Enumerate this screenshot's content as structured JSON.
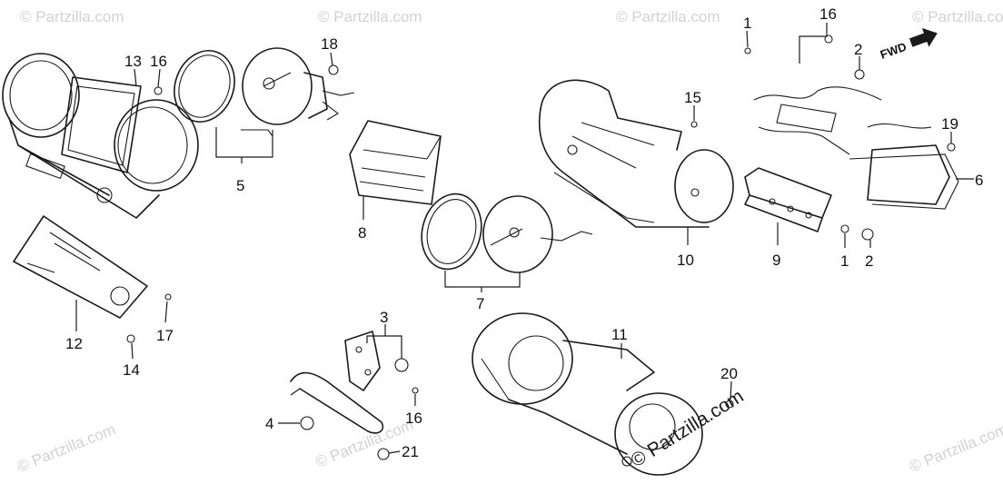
{
  "diagram": {
    "callouts": [
      {
        "id": "c1a",
        "text": "1"
      },
      {
        "id": "c1b",
        "text": "1"
      },
      {
        "id": "c2a",
        "text": "2"
      },
      {
        "id": "c2b",
        "text": "2"
      },
      {
        "id": "c3",
        "text": "3"
      },
      {
        "id": "c4",
        "text": "4"
      },
      {
        "id": "c5",
        "text": "5"
      },
      {
        "id": "c6",
        "text": "6"
      },
      {
        "id": "c7",
        "text": "7"
      },
      {
        "id": "c8",
        "text": "8"
      },
      {
        "id": "c9",
        "text": "9"
      },
      {
        "id": "c10",
        "text": "10"
      },
      {
        "id": "c11",
        "text": "11"
      },
      {
        "id": "c12",
        "text": "12"
      },
      {
        "id": "c13",
        "text": "13"
      },
      {
        "id": "c14",
        "text": "14"
      },
      {
        "id": "c15",
        "text": "15"
      },
      {
        "id": "c16a",
        "text": "16"
      },
      {
        "id": "c16b",
        "text": "16"
      },
      {
        "id": "c16c",
        "text": "16"
      },
      {
        "id": "c17",
        "text": "17"
      },
      {
        "id": "c18",
        "text": "18"
      },
      {
        "id": "c19",
        "text": "19"
      },
      {
        "id": "c20",
        "text": "20"
      },
      {
        "id": "c21",
        "text": "21"
      }
    ],
    "fwd_label": "FWD",
    "watermark_text": "© Partzilla.com",
    "center_watermark": "© Partzilla.com",
    "colors": {
      "line": "#1a1a1a",
      "watermark": "#d2d2d2",
      "background": "#ffffff"
    }
  }
}
